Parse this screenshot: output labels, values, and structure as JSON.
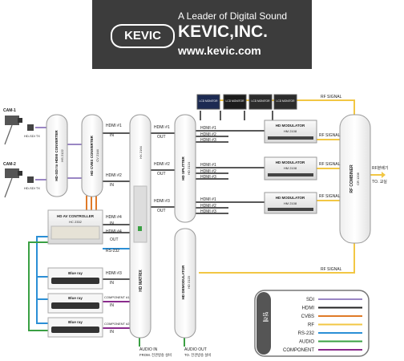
{
  "header": {
    "logo_text": "KEVIC",
    "tagline": "A Leader of Digital Sound",
    "brand": "KEVIC,INC.",
    "url": "www.kevic.com"
  },
  "cams": {
    "cam1": "CAM-1",
    "cam2": "CAM-2",
    "tx": "HD-SDI TX"
  },
  "devices": {
    "converter": "HD-SDI to HDMI CONVERTER",
    "converter_model": "HS 2122",
    "cvbs": "HD CVBS CONVERTER",
    "cvbs_model": "CV 2144",
    "matrix": "HD MATRIX",
    "matrix_model": "HX 2164",
    "splitter": "HD SPLITTER",
    "splitter_model": "HD 2124",
    "demod": "HD DEMODULATOR",
    "demod_model": "HD 2123",
    "combiner": "RF COMBINER",
    "combiner_model": "CR 1206",
    "av": "HD AV CONTROLLER",
    "av_model": "HC 2332",
    "bluray": "Blue ray",
    "modulator": "HD MODULATOR",
    "mod_model": "HM 2108"
  },
  "monitors": [
    "LCD MONITOR",
    "LCD MONITOR",
    "LCD MONITOR",
    "LCD MONITOR"
  ],
  "labels": {
    "hdmi1": "HDMI #1",
    "hdmi2": "HDMI #2",
    "hdmi3": "HDMI #3",
    "hdmi4": "HDMI #4",
    "in": "IN",
    "out": "OUT",
    "rs232": "RS-232",
    "comp1": "COMPONENT #1",
    "comp2": "COMPONENT #2",
    "rf_signal": "RF SIGNAL",
    "rf_split": "RF분배기",
    "to_label": "TO. 교실",
    "audio_in": "AUDIO IN",
    "audio_in_from": "FROM. 전관방송 설비",
    "audio_out": "AUDIO OUT",
    "audio_out_to": "TO. 전관방송 설비"
  },
  "legend": {
    "title": "범례",
    "items": [
      {
        "label": "SDI",
        "color": "#9a86c4"
      },
      {
        "label": "HDMI",
        "color": "#222222"
      },
      {
        "label": "CVBS",
        "color": "#e07a28"
      },
      {
        "label": "RF",
        "color": "#f2c744"
      },
      {
        "label": "RS-232",
        "color": "#2b8fd6"
      },
      {
        "label": "AUDIO",
        "color": "#3aa043"
      },
      {
        "label": "COMPONENT",
        "color": "#8a2c8c"
      }
    ]
  }
}
